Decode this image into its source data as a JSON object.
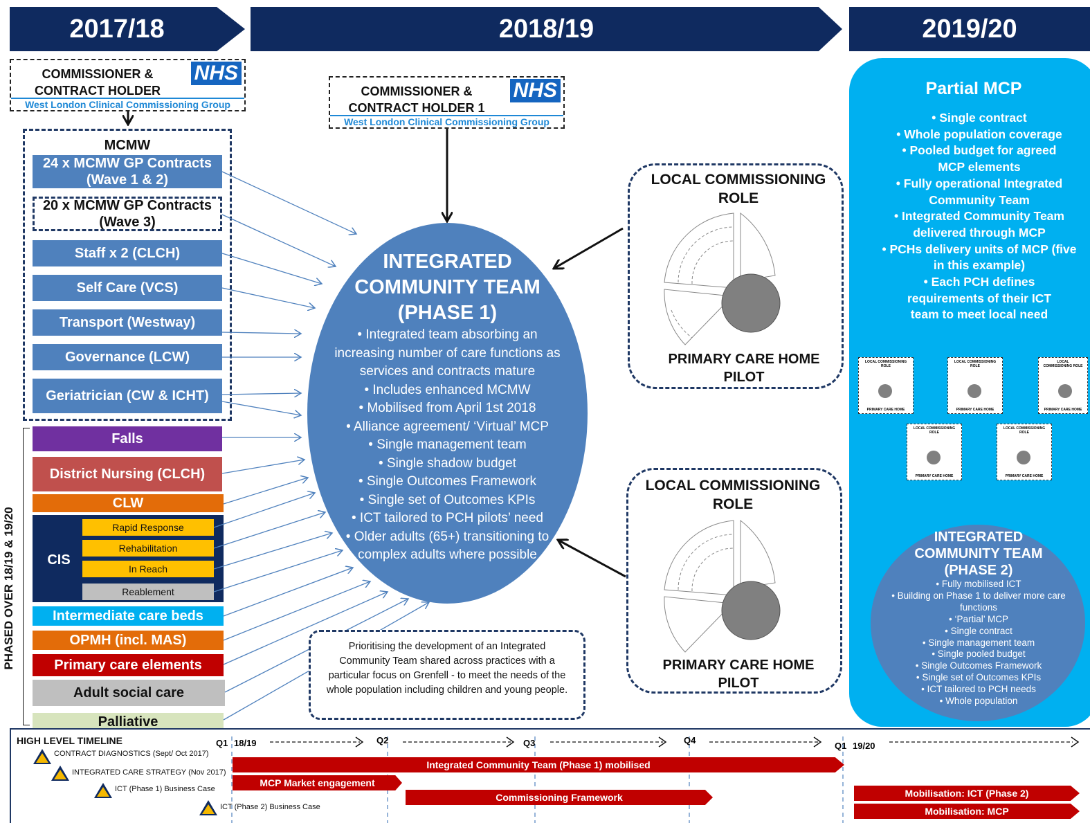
{
  "phases": [
    "2017/18",
    "2018/19",
    "2019/20"
  ],
  "commissioner_left": {
    "title_line1": "COMMISSIONER &",
    "title_line2": "CONTRACT HOLDER",
    "nhs": "NHS",
    "ccg": "West London Clinical Commissioning Group"
  },
  "commissioner_mid": {
    "title_line1": "COMMISSIONER &",
    "title_line2": "CONTRACT HOLDER 1",
    "nhs": "NHS",
    "ccg": "West London Clinical Commissioning Group"
  },
  "mcmw": {
    "title": "MCMW",
    "items": [
      "24 x MCMW GP Contracts (Wave 1 & 2)",
      "20 x MCMW GP Contracts (Wave 3)",
      "Staff x 2 (CLCH)",
      "Self Care (VCS)",
      "Transport (Westway)",
      "Governance (LCW)",
      "Geriatrician (CW & ICHT)"
    ]
  },
  "phased": {
    "side_label": "PHASED OVER 18/19 & 19/20",
    "falls": "Falls",
    "district_nursing": "District Nursing (CLCH)",
    "clw": "CLW",
    "cis": {
      "label": "CIS",
      "items": [
        "Rapid Response",
        "Rehabilitation",
        "In Reach",
        "Reablement"
      ]
    },
    "intermediate": "Intermediate care beds",
    "opmh": "OPMH (incl. MAS)",
    "primary_care": "Primary care  elements",
    "adult_social": "Adult social care",
    "palliative": "Palliative"
  },
  "ict1": {
    "title_line1": "INTEGRATED",
    "title_line2": "COMMUNITY TEAM",
    "title_line3": "(PHASE 1)",
    "bullets": [
      "• Integrated team absorbing an increasing number of care functions as services and contracts mature",
      "• Includes enhanced MCMW",
      "• Mobilised from April 1st 2018",
      "• Alliance agreement/ ‘Virtual’ MCP",
      "• Single management team",
      "• Single shadow budget",
      "• Single Outcomes Framework",
      "• Single set of Outcomes KPIs",
      "• ICT tailored to PCH pilots’ need",
      "• Older adults (65+) transitioning to complex adults where possible"
    ]
  },
  "lcr_top": {
    "title": "LOCAL COMMISSIONING ROLE",
    "footer": "PRIMARY CARE HOME PILOT"
  },
  "lcr_bottom": {
    "title": "LOCAL COMMISSIONING ROLE",
    "footer": "PRIMARY CARE HOME PILOT"
  },
  "note": "Prioritising the development of an Integrated Community Team shared across practices with a particular focus on Grenfell - to meet the needs of the whole population including children and young people.",
  "partial_mcp": {
    "title": "Partial MCP",
    "bullets": [
      "• Single contract",
      "• Whole population coverage",
      "• Pooled budget for agreed MCP elements",
      "• Fully operational Integrated Community Team",
      "• Integrated Community  Team delivered through MCP",
      "• PCHs delivery units of MCP (five in this example)",
      "• Each PCH defines requirements of their ICT team to meet local need"
    ],
    "mini_top": "LOCAL COMMISSIONING ROLE",
    "mini_bottom": "PRIMARY CARE HOME"
  },
  "ict2": {
    "title_line1": "INTEGRATED",
    "title_line2": "COMMUNITY TEAM",
    "title_line3": "(PHASE 2)",
    "bullets": [
      "• Fully mobilised ICT",
      "• Building on Phase 1 to deliver  more care functions",
      "• ‘Partial’ MCP",
      "• Single contract",
      "• Single management  team",
      "• Single pooled budget",
      "• Single Outcomes Framework",
      "• Single set of Outcomes KPIs",
      "• ICT tailored to PCH needs",
      "• Whole population"
    ]
  },
  "timeline": {
    "title": "HIGH LEVEL TIMELINE",
    "quarters": [
      "Q1",
      "18/19",
      "Q2",
      "Q3",
      "Q4",
      "Q1",
      "19/20"
    ],
    "milestones": [
      "CONTRACT DIAGNOSTICS (Sept/ Oct 2017)",
      "INTEGRATED CARE STRATEGY (Nov 2017)",
      "ICT (Phase 1) Business Case",
      "ICT (Phase 2) Business Case"
    ],
    "bars": [
      "Integrated Community Team (Phase 1) mobilised",
      "MCP Market engagement",
      "Commissioning Framework",
      "Mobilisation: ICT (Phase 2)",
      "Mobilisation: MCP"
    ]
  },
  "colors": {
    "navy": "#0f2a5f",
    "steel_blue": "#4f81bd",
    "light_blue": "#00b0f0",
    "purple": "#7030a0",
    "rose": "#c0504d",
    "orange": "#e36c09",
    "red": "#c00000",
    "gray": "#bfbfbf",
    "pale_green": "#d7e4bd",
    "yellow": "#ffc000"
  }
}
